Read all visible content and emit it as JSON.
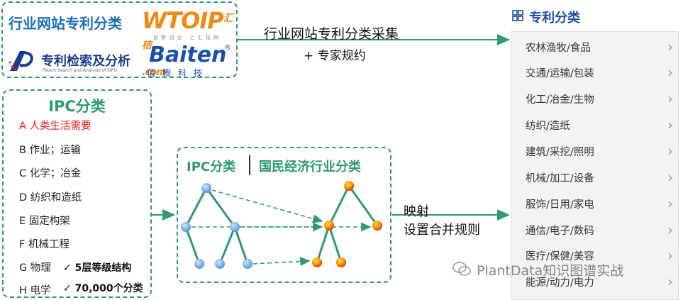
{
  "source_box": {
    "title": "行业网站专利分类",
    "wtoip": {
      "main": "WTOIP",
      "suffix": "汇桔",
      "com": ".com",
      "tagline": "创 新 创 业 · 上 汇 桔 网"
    },
    "patent_search": {
      "name": "专利检索及分析",
      "en": "Patent Search and Analysis of SIPO"
    },
    "baiten": {
      "name": "Baiten",
      "reg": "®",
      "cn": "佰腾科技"
    }
  },
  "arrow_top": {
    "line1": "行业网站专利分类采集",
    "line2": "+ 专家规约"
  },
  "ipc_box": {
    "title": "IPC分类",
    "items": [
      {
        "label": "A 人类生活需要",
        "highlight": true
      },
      {
        "label": "B 作业；运输",
        "highlight": false
      },
      {
        "label": "C 化学；冶金",
        "highlight": false
      },
      {
        "label": "D 纺织和造纸",
        "highlight": false
      },
      {
        "label": "E 固定构架",
        "highlight": false
      },
      {
        "label": "F 机械工程",
        "highlight": false
      },
      {
        "label": "G 物理",
        "highlight": false
      },
      {
        "label": "H 电学",
        "highlight": false
      }
    ],
    "checks": [
      "✓ 5层等级结构",
      "✓ 70,000个分类"
    ]
  },
  "mapping_box": {
    "left_title": "IPC分类",
    "right_title": "国民经济行业分类"
  },
  "arrow_bottom": {
    "line1": "映射",
    "line2": "设置合并规则"
  },
  "category_panel": {
    "title": "专利分类",
    "icon": "grid-icon",
    "items": [
      "农林渔牧/食品",
      "交通/运输/包装",
      "化工/冶金/生物",
      "纺织/造纸",
      "建筑/采挖/照明",
      "机械/加工/设备",
      "服饰/日用/家电",
      "通信/电子/数码",
      "医疗/保健/美容",
      "能源/动力/电力"
    ]
  },
  "watermark": "PlantData知识图谱实战",
  "colors": {
    "green": "#2e9a6e",
    "blue": "#1d4f9e",
    "red": "#e0201a",
    "orange": "#f08a16"
  }
}
